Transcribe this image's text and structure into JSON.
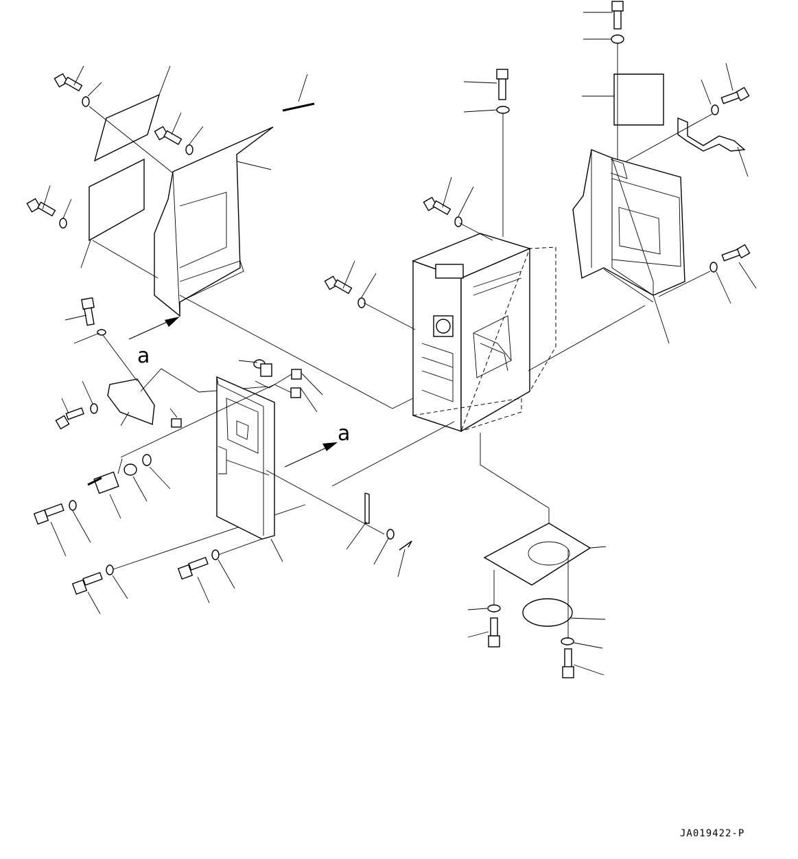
{
  "diagram": {
    "view_labels": [
      "a",
      "a"
    ],
    "drawing_code": "JA019422-P"
  }
}
